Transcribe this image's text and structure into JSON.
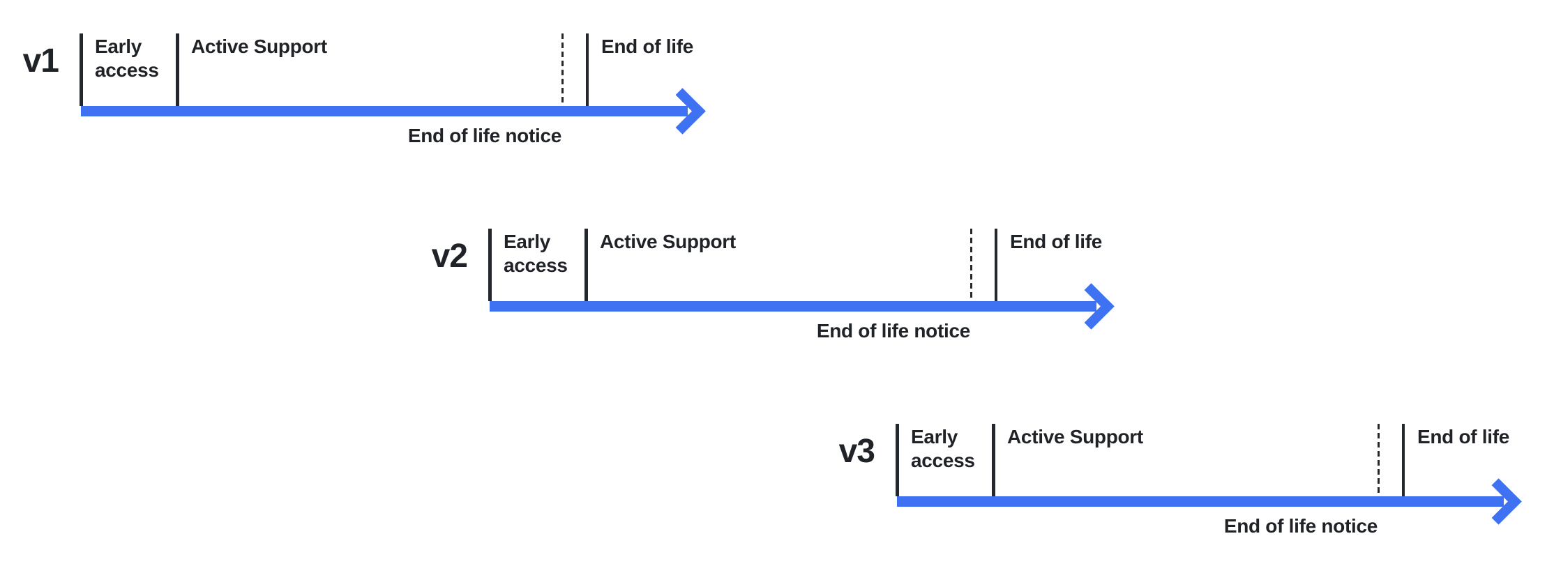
{
  "timelines": [
    {
      "version": "v1",
      "phases": {
        "early_access": "Early\naccess",
        "active_support": "Active Support",
        "end_of_life": "End of life",
        "end_of_life_notice": "End of life notice"
      }
    },
    {
      "version": "v2",
      "phases": {
        "early_access": "Early\naccess",
        "active_support": "Active Support",
        "end_of_life": "End of life",
        "end_of_life_notice": "End of life notice"
      }
    },
    {
      "version": "v3",
      "phases": {
        "early_access": "Early\naccess",
        "active_support": "Active Support",
        "end_of_life": "End of life",
        "end_of_life_notice": "End of life notice"
      }
    }
  ],
  "colors": {
    "arrow_blue": "#3e72f2",
    "line_dark": "#24272c",
    "text_dark": "#1f2227",
    "background": "#ffffff"
  }
}
